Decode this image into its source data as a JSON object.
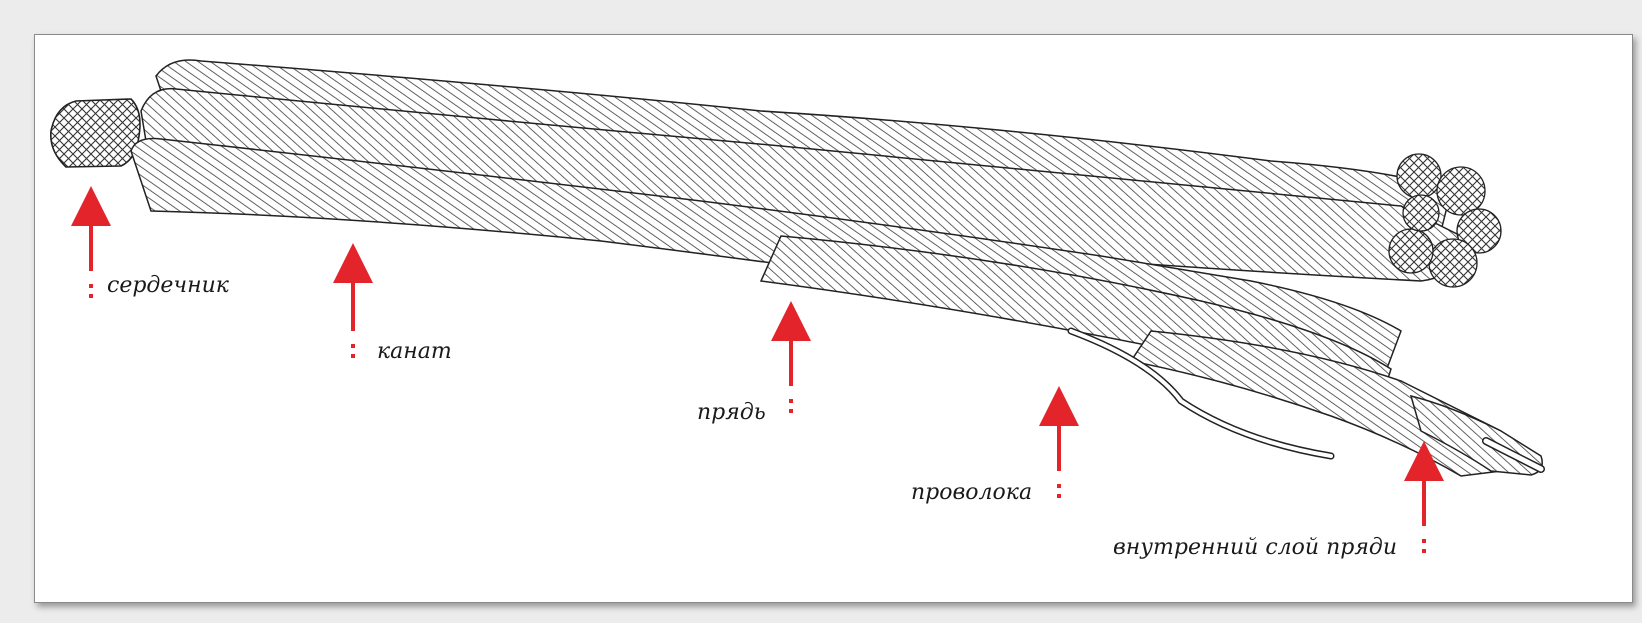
{
  "labels": {
    "core": "сердечник",
    "rope": "канат",
    "strand": "прядь",
    "wire": "проволока",
    "inner_layer": "внутренний слой пряди"
  },
  "colors": {
    "background": "#ececec",
    "panel": "#ffffff",
    "arrow": "#e3242b",
    "ink": "#2a2a2a"
  }
}
